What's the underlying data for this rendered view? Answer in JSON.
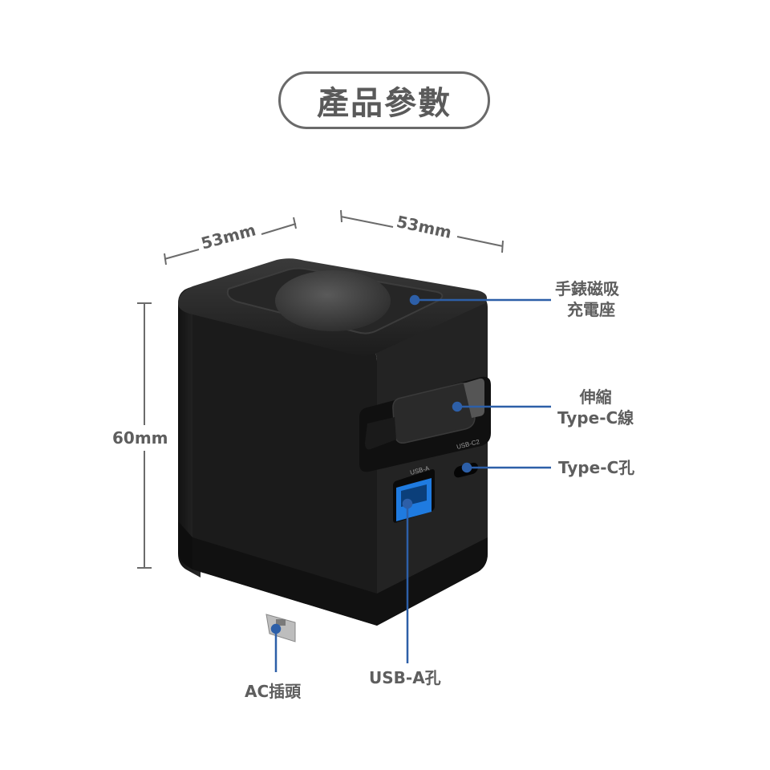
{
  "title": "產品參數",
  "dimensions": {
    "width_left": "53mm",
    "width_right": "53mm",
    "height": "60mm"
  },
  "callouts": {
    "magnetic_pad_line1": "手錶磁吸",
    "magnetic_pad_line2": "充電座",
    "retract_cable_line1": "伸縮",
    "retract_cable_line2": "Type-C線",
    "typec_port": "Type-C孔",
    "usba_port": "USB-A孔",
    "ac_plug": "AC插頭"
  },
  "port_labels": {
    "usba": "USB-A",
    "usbc2": "USB-C2"
  },
  "colors": {
    "leader_line": "#2d5fa8",
    "dimension_line": "#6b6b6b",
    "text": "#5e5e5e",
    "usb_port_blue": "#1f7be0"
  }
}
